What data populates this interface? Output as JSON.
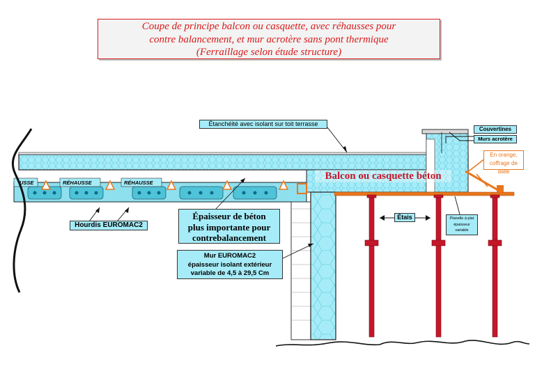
{
  "title": {
    "line1": "Coupe de principe balcon ou casquette, avec réhausses pour",
    "line2": "contre balancement, et mur acrotère sans pont thermique",
    "line3": "(Ferraillage selon étude structure)"
  },
  "labels": {
    "etancheite": "Étanchéité avec isolant sur toit terrasse",
    "couvertines": "Couvertines",
    "murs_acrotere": "Murs acrotère",
    "orange_line1": "En orange,",
    "orange_line2": "coffrage de dalle",
    "balcon": "Balcon ou casquette béton",
    "rehausse_partial": "USSE",
    "rehausse1": "RÉHAUSSE",
    "rehausse2": "RÉHAUSSE",
    "hourdis": "Hourdis EUROMAC2",
    "epaisseur_line1": "Épaisseur de béton",
    "epaisseur_line2": "plus importante pour",
    "epaisseur_line3": "contrebalancement",
    "mur_line1": "Mur EUROMAC2",
    "mur_line2": "épaisseur isolant extérieur",
    "mur_line3": "variable de 4,5 à 29,5 Cm",
    "etais": "Étais",
    "planelle_line1": "Planelle à plat",
    "planelle_line2": "épaisseur",
    "planelle_line3": "variable"
  },
  "colors": {
    "concrete": "#9fe6f4",
    "concrete_dark": "#5fc9dc",
    "prop_red": "#c4172a",
    "formwork_orange": "#e8761e",
    "title_red": "#d81a1a"
  }
}
